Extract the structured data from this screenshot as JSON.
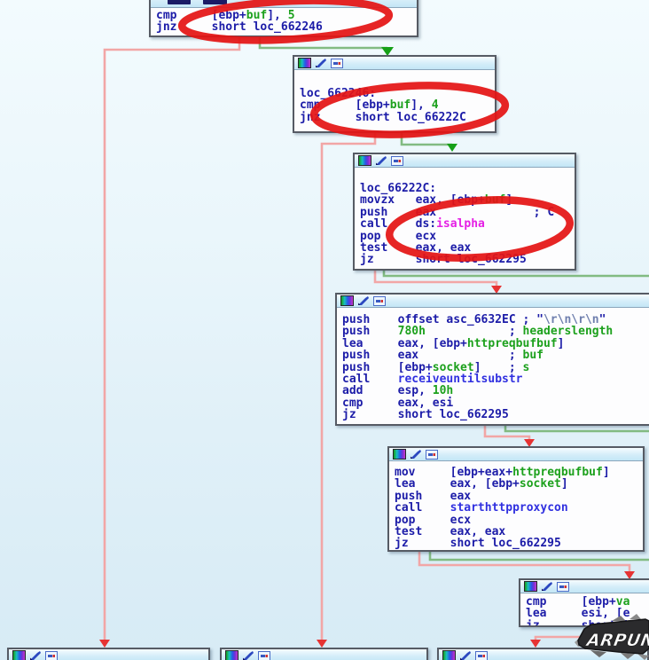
{
  "app": {
    "name": "disassembly-flow-graph"
  },
  "colors": {
    "background_top": "#f3fbfe",
    "background_bottom": "#d7ebf5",
    "node_background": "#fdfdfe",
    "node_border": "#565b64",
    "title_bar": "#cfeaf8",
    "text_default": "#1c1ca8",
    "text_stackvar_number": "#1da11d",
    "text_call_target": "#3030e0",
    "text_import": "#e520e5",
    "text_string": "#6f7fae",
    "edge_red": "#f2a6a6",
    "edge_red_arrow": "#e63333",
    "edge_green": "#82bb82",
    "edge_green_arrow": "#17a017",
    "annotation_red": "#e41414",
    "watermark_bg": "#2b2b2d",
    "watermark_text": "#ffffff"
  },
  "watermark": {
    "text": "ARPUN"
  },
  "annotations": [
    {
      "name": "red-ellipse-1",
      "around": "[ebp+buf], 5"
    },
    {
      "name": "red-ellipse-2",
      "around": "[ebp+buf], 4"
    },
    {
      "name": "red-ellipse-3",
      "around": "ds:isalpha"
    }
  ],
  "edges": [
    {
      "from": "block-0",
      "to": "block-1",
      "kind": "jump-taken",
      "color": "green"
    },
    {
      "from": "block-0",
      "to": "bottom-block-0",
      "kind": "fall-through",
      "color": "red"
    },
    {
      "from": "block-1",
      "to": "block-2",
      "kind": "jump-taken",
      "color": "green"
    },
    {
      "from": "block-1",
      "to": "bottom-block-1",
      "kind": "fall-through",
      "color": "red"
    },
    {
      "from": "block-2",
      "to": "block-3",
      "kind": "fall-through",
      "color": "red"
    },
    {
      "from": "block-2",
      "to": "offscreen-right",
      "kind": "jump-taken",
      "color": "green"
    },
    {
      "from": "block-3",
      "to": "block-4",
      "kind": "fall-through",
      "color": "red"
    },
    {
      "from": "block-3",
      "to": "offscreen-right",
      "kind": "jump-taken",
      "color": "green"
    },
    {
      "from": "block-4",
      "to": "block-5",
      "kind": "fall-through",
      "color": "red"
    },
    {
      "from": "block-4",
      "to": "offscreen-right",
      "kind": "jump-taken",
      "color": "green"
    },
    {
      "from": "block-5",
      "to": "bottom-block-2",
      "kind": "fall-through",
      "color": "red"
    }
  ],
  "blocks": [
    {
      "name": "block-cmp-buf-5",
      "lines": [
        [
          [
            "m",
            "cmp     [ebp+"
          ],
          [
            "g",
            "buf"
          ],
          [
            "m",
            "], "
          ],
          [
            "g",
            "5"
          ]
        ],
        [
          [
            "m",
            "jnz     short loc_662246"
          ]
        ]
      ]
    },
    {
      "name": "block-loc-662246",
      "lines": [
        [
          [
            "m",
            "loc_662246:"
          ]
        ],
        [
          [
            "m",
            "cmp     [ebp+"
          ],
          [
            "g",
            "buf"
          ],
          [
            "m",
            "], "
          ],
          [
            "g",
            "4"
          ]
        ],
        [
          [
            "m",
            "jnz     short loc_66222C"
          ]
        ]
      ]
    },
    {
      "name": "block-loc-66222C",
      "lines": [
        [
          [
            "m",
            "loc_66222C:"
          ]
        ],
        [
          [
            "m",
            "movzx   eax, [ebp+"
          ],
          [
            "g",
            "buf"
          ],
          [
            "m",
            "]"
          ]
        ],
        [
          [
            "m",
            "push    eax              ; C"
          ]
        ],
        [
          [
            "m",
            "call    ds:"
          ],
          [
            "p",
            "isalpha"
          ]
        ],
        [
          [
            "m",
            "pop     ecx"
          ]
        ],
        [
          [
            "m",
            "test    eax, eax"
          ]
        ],
        [
          [
            "m",
            "jz      short loc_662295"
          ]
        ]
      ]
    },
    {
      "name": "block-receiveuntilsubstr",
      "lines": [
        [
          [
            "m",
            "push    offset asc_6632EC ; \""
          ],
          [
            "s",
            "\\r\\n\\r\\n"
          ],
          [
            "m",
            "\""
          ]
        ],
        [
          [
            "m",
            "push    "
          ],
          [
            "g",
            "780h"
          ],
          [
            "m",
            "            ; "
          ],
          [
            "g",
            "headerslength"
          ]
        ],
        [
          [
            "m",
            "lea     eax, [ebp+"
          ],
          [
            "g",
            "httpreqbufbuf"
          ],
          [
            "m",
            "]"
          ]
        ],
        [
          [
            "m",
            "push    eax             ; "
          ],
          [
            "g",
            "buf"
          ]
        ],
        [
          [
            "m",
            "push    [ebp+"
          ],
          [
            "g",
            "socket"
          ],
          [
            "m",
            "]    ; "
          ],
          [
            "g",
            "s"
          ]
        ],
        [
          [
            "m",
            "call    "
          ],
          [
            "b",
            "receiveuntilsubstr"
          ]
        ],
        [
          [
            "m",
            "add     esp, "
          ],
          [
            "g",
            "10h"
          ]
        ],
        [
          [
            "m",
            "cmp     eax, esi"
          ]
        ],
        [
          [
            "m",
            "jz      short loc_662295"
          ]
        ]
      ]
    },
    {
      "name": "block-starthttpproxycon",
      "lines": [
        [
          [
            "m",
            "mov     [ebp+eax+"
          ],
          [
            "g",
            "httpreqbufbuf"
          ],
          [
            "m",
            "]"
          ]
        ],
        [
          [
            "m",
            "lea     eax, [ebp+"
          ],
          [
            "g",
            "socket"
          ],
          [
            "m",
            "]"
          ]
        ],
        [
          [
            "m",
            "push    eax"
          ]
        ],
        [
          [
            "m",
            "call    "
          ],
          [
            "b",
            "starthttpproxycon"
          ]
        ],
        [
          [
            "m",
            "pop     ecx"
          ]
        ],
        [
          [
            "m",
            "test    eax, eax"
          ]
        ],
        [
          [
            "m",
            "jz      short loc_662295"
          ]
        ]
      ]
    },
    {
      "name": "block-clipped-right",
      "lines": [
        [
          [
            "m",
            "cmp     [ebp+"
          ],
          [
            "g",
            "va"
          ]
        ],
        [
          [
            "m",
            "lea     esi, [e"
          ]
        ],
        [
          [
            "m",
            "jz      short l"
          ]
        ]
      ]
    }
  ],
  "bottom_blocks": [
    {
      "name": "bottom-block-left"
    },
    {
      "name": "bottom-block-middle"
    },
    {
      "name": "bottom-block-right"
    }
  ]
}
